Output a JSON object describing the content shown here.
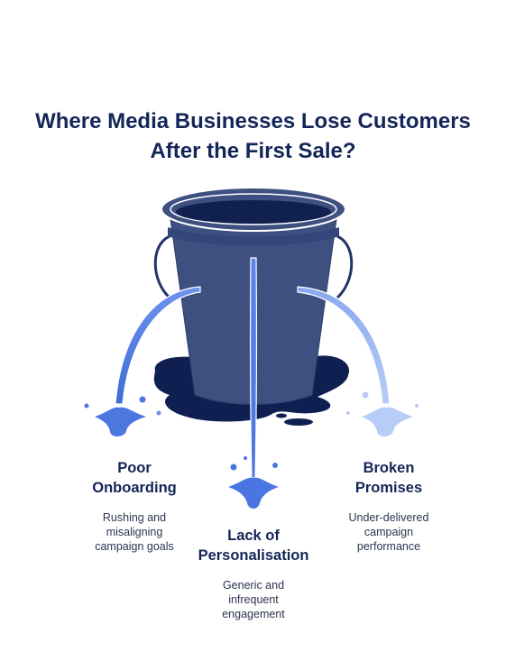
{
  "title": {
    "line1": "Where Media Businesses Lose Customers",
    "line2": "After the First Sale?"
  },
  "leaks": [
    {
      "heading": [
        "Poor",
        "Onboarding"
      ],
      "description": [
        "Rushing and",
        "misaligning",
        "campaign goals"
      ]
    },
    {
      "heading": [
        "Lack of",
        "Personalisation"
      ],
      "description": [
        "Generic and",
        "infrequent",
        "engagement"
      ]
    },
    {
      "heading": [
        "Broken",
        "Promises"
      ],
      "description": [
        "Under-delivered",
        "campaign",
        "performance"
      ]
    }
  ],
  "colors": {
    "title": "#142658",
    "bucket": "#3d5080",
    "bucket_dark": "#10214f",
    "puddle": "#0f1f52",
    "stream_left": "#4b77df",
    "stream_center": "#5b83ea",
    "stream_right": "#9db8f3"
  }
}
